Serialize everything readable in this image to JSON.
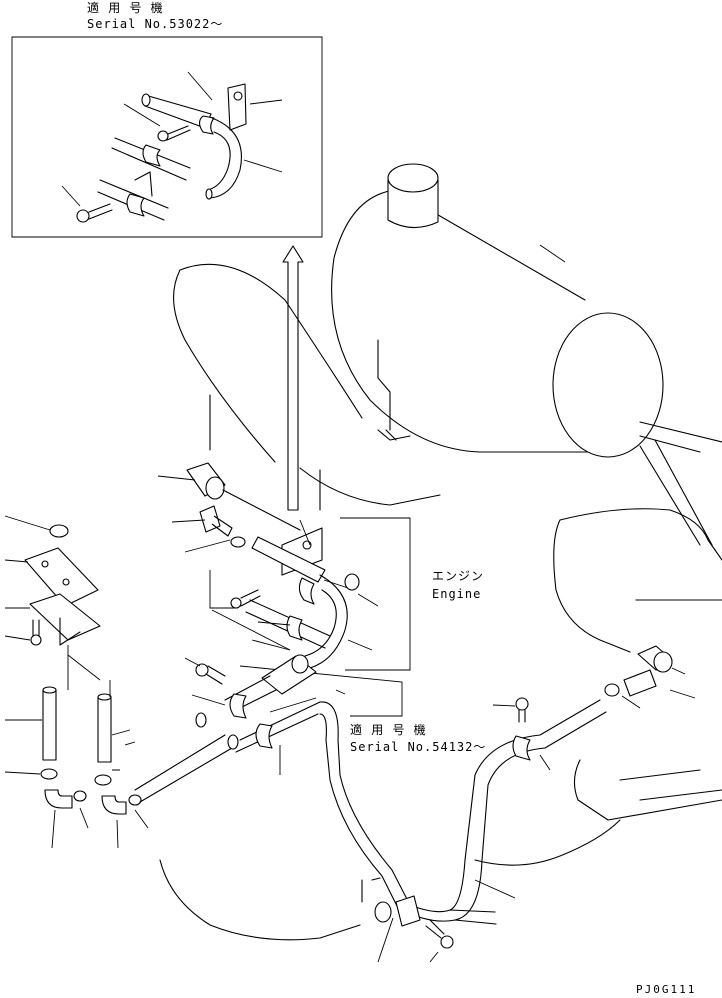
{
  "inset": {
    "applicable_label": "適 用 号 機",
    "serial": "Serial No.53022～"
  },
  "engine": {
    "label_jp": "エンジン",
    "label_en": "Engine"
  },
  "callout": {
    "applicable_label": "適 用 号 機",
    "serial": "Serial No.54132～"
  },
  "drawing_code": "PJ0G111"
}
